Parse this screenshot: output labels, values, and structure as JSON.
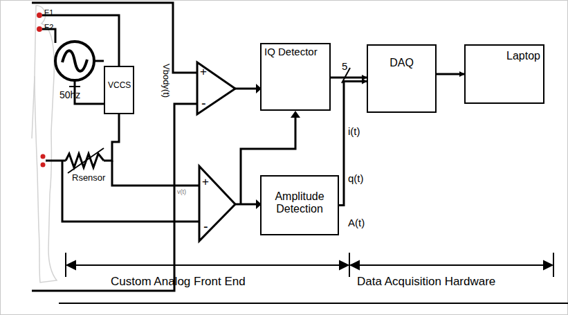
{
  "diagram": {
    "nodes": [
      {
        "text": [
          "VCCS"
        ]
      },
      {
        "text": [
          "IQ Detector"
        ]
      },
      {
        "text": [
          "Amplitude Detection"
        ]
      },
      {
        "text": [
          "DAQ"
        ]
      },
      {
        "text": [
          "Laptop"
        ]
      }
    ],
    "edges": [
      {
        "from": 1,
        "to": 3,
        "label": "5",
        "arrow": "to"
      },
      {
        "from": 2,
        "to": 3,
        "arrow": "to"
      },
      {
        "from": 3,
        "to": 4,
        "arrow": "to"
      }
    ],
    "labels": [
      "E1",
      "E2",
      "50hz",
      "Rsensor",
      "Vbody(t)",
      "+",
      "-",
      "+",
      "-",
      "v(t)",
      "i(t)",
      "q(t)",
      "A(t)",
      "Custom Analog Front End",
      "Data Acquisition Hardware"
    ]
  }
}
